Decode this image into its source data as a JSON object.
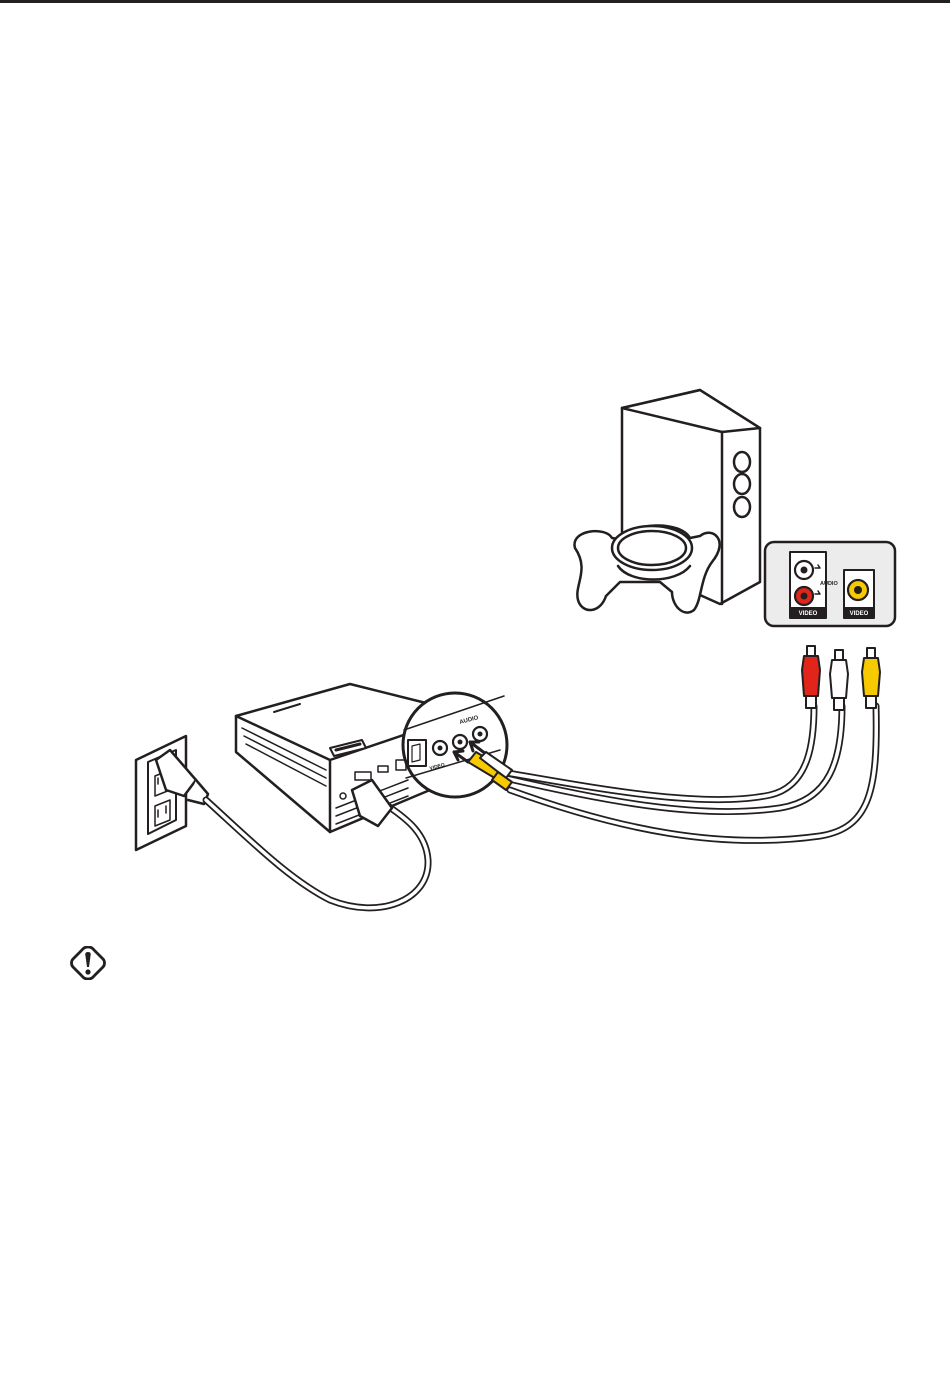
{
  "panel": {
    "audio_label": "AUDIO",
    "video_label_left": "VIDEO",
    "video_label_right": "VIDEO"
  },
  "projector_inset": {
    "audio_label": "AUDIO",
    "video_label": "VIDEO"
  },
  "colors": {
    "line": "#231f20",
    "red_plug": "#e1251b",
    "yellow_plug": "#f7c900",
    "white_plug": "#ffffff",
    "panel_bg": "#ececec"
  },
  "icons": {
    "warning": "warning-icon"
  }
}
